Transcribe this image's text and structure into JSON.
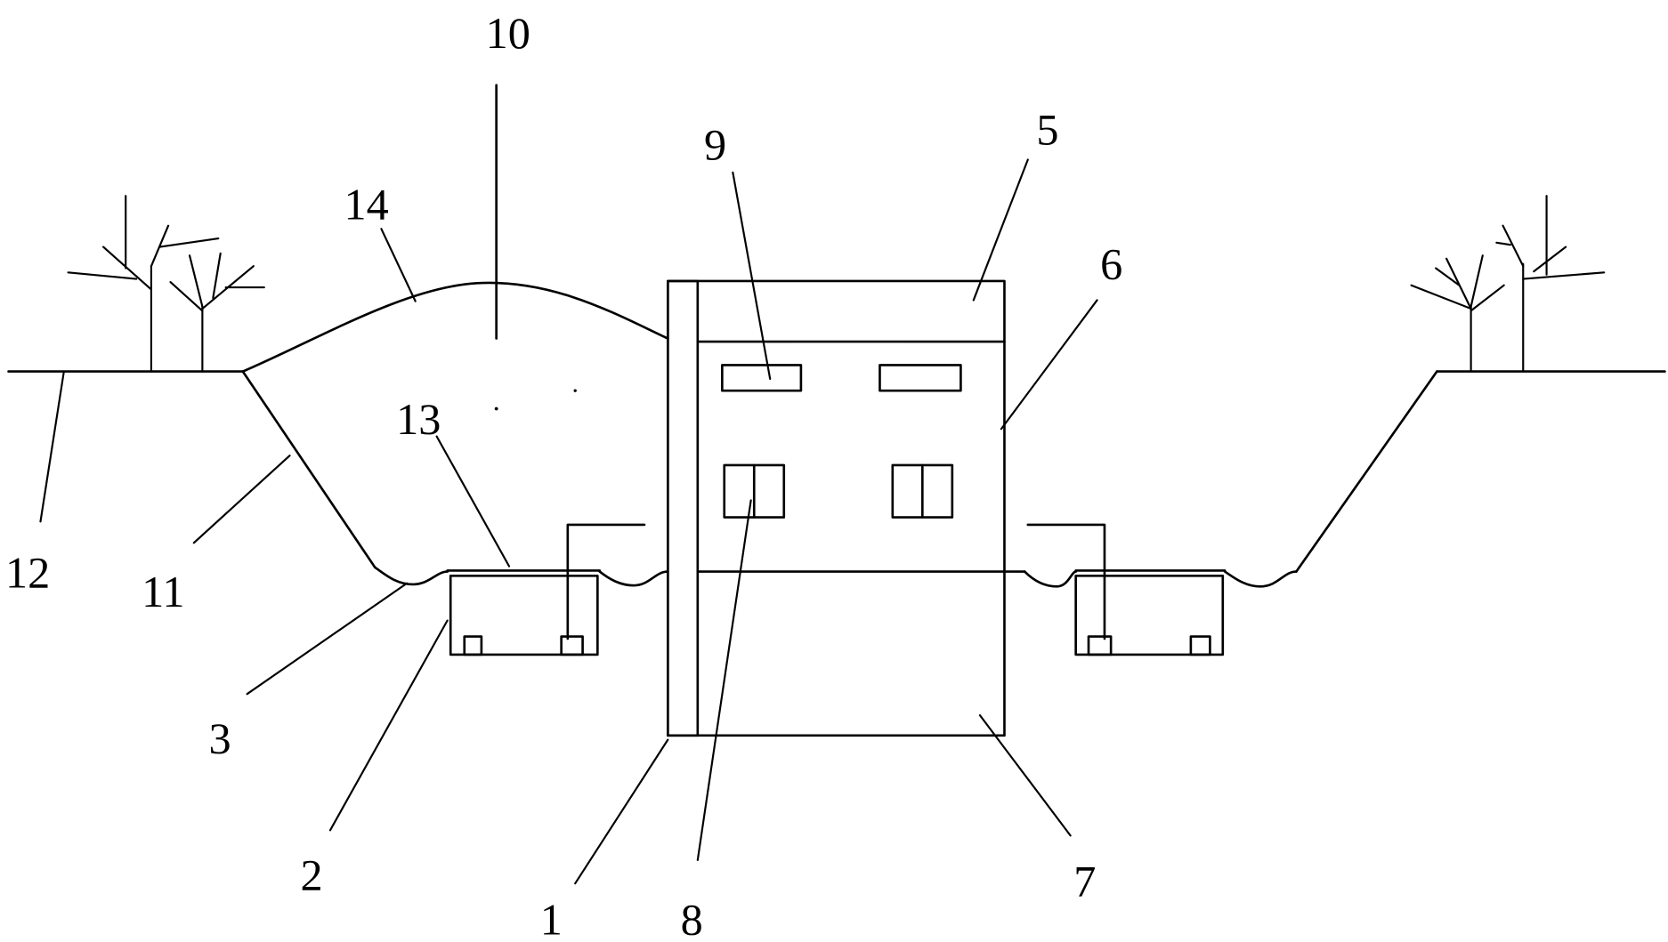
{
  "colors": {
    "line": "#000000",
    "background": "#ffffff"
  },
  "labels": {
    "n1": "1",
    "n2": "2",
    "n3": "3",
    "n5": "5",
    "n6": "6",
    "n7": "7",
    "n8": "8",
    "n9": "9",
    "n10": "10",
    "n11": "11",
    "n12": "12",
    "n13": "13",
    "n14": "14"
  }
}
